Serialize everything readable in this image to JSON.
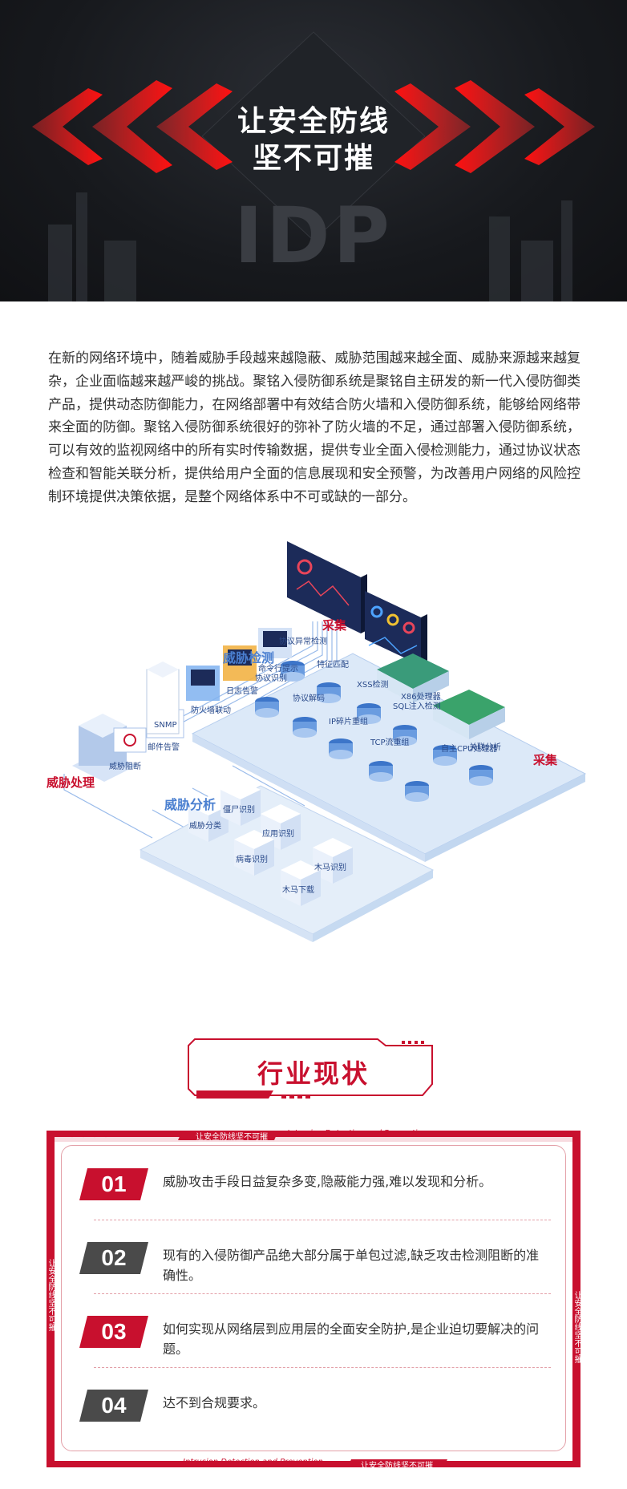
{
  "hero": {
    "title_line1": "让安全防线",
    "title_line2": "坚不可摧",
    "watermark": "IDP"
  },
  "intro": {
    "text": "在新的网络环境中，随着威胁手段越来越隐蔽、威胁范围越来越全面、威胁来源越来越复杂，企业面临越来越严峻的挑战。聚铭入侵防御系统是聚铭自主研发的新一代入侵防御类产品，提供动态防御能力，在网络部署中有效结合防火墙和入侵防御系统，能够给网络带来全面的防御。聚铭入侵防御系统很好的弥补了防火墙的不足，通过部署入侵防御系统，可以有效的监视网络中的所有实时传输数据，提供专业全面入侵检测能力，通过协议状态检查和智能关联分析，提供给用户全面的信息展现和安全预警，为改善用户网络的风险控制环境提供决策依据，是整个网络体系中不可或缺的一部分。"
  },
  "diagram": {
    "threat_detection": "威胁检测",
    "threat_analysis": "威胁分析",
    "threat_handling": "威胁处理",
    "collect_1": "采集",
    "collect_2": "采集",
    "blocking": "威胁阻断",
    "mail_alert": "邮件告警",
    "snmp": "SNMP",
    "firewall_link": "防火墙联动",
    "log_alert": "日志告警",
    "cmd_hint": "命令行提示",
    "x86": "X86处理器",
    "cpu": "自主CPU处理器",
    "detect_nodes": [
      "协议异常检测",
      "协议识别",
      "特征匹配",
      "协议解码",
      "XSS检测",
      "SQL注入检测",
      "IP碎片重组",
      "TCP流重组",
      "关联分析"
    ],
    "analysis_nodes": [
      "威胁分类",
      "僵尸识别",
      "应用识别",
      "木马识别",
      "病毒识别",
      "木马下载"
    ]
  },
  "section": {
    "title": "行业现状"
  },
  "panel": {
    "ribbon_cn": "让安全防线坚不可摧",
    "ribbon_en": "Intrusion Detection and Prevention",
    "items": [
      {
        "num": "01",
        "text": "威胁攻击手段日益复杂多变,隐蔽能力强,难以发现和分析。"
      },
      {
        "num": "02",
        "text": "现有的入侵防御产品绝大部分属于单包过滤,缺乏攻击检测阻断的准确性。"
      },
      {
        "num": "03",
        "text": "如何实现从网络层到应用层的全面安全防护,是企业迫切要解决的问题。"
      },
      {
        "num": "04",
        "text": "达不到合规要求。"
      }
    ],
    "colors": {
      "red": "#c8102e",
      "gray": "#4a4a4a"
    }
  }
}
